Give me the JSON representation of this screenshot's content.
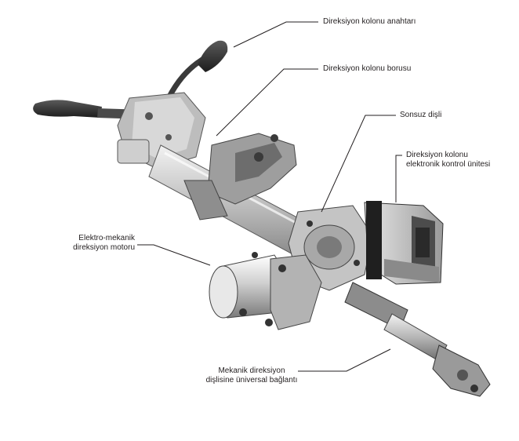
{
  "labels": {
    "steering_column_switch": "Direksiyon kolonu anahtarı",
    "steering_column_tube": "Direksiyon kolonu borusu",
    "worm_gear": "Sonsuz dişli",
    "ecu": [
      "Direksiyon kolonu",
      "elektronik kontrol ünitesi"
    ],
    "motor": [
      "Elektro-mekanik",
      "direksiyon motoru"
    ],
    "universal_joint": [
      "Mekanik direksiyon",
      "dişlisine üniversal bağlantı"
    ]
  },
  "colors": {
    "text": "#231f20",
    "leader": "#231f20",
    "metal_light": "#d9d9d9",
    "metal_mid": "#a6a6a6",
    "metal_dark": "#3a3a3a"
  }
}
